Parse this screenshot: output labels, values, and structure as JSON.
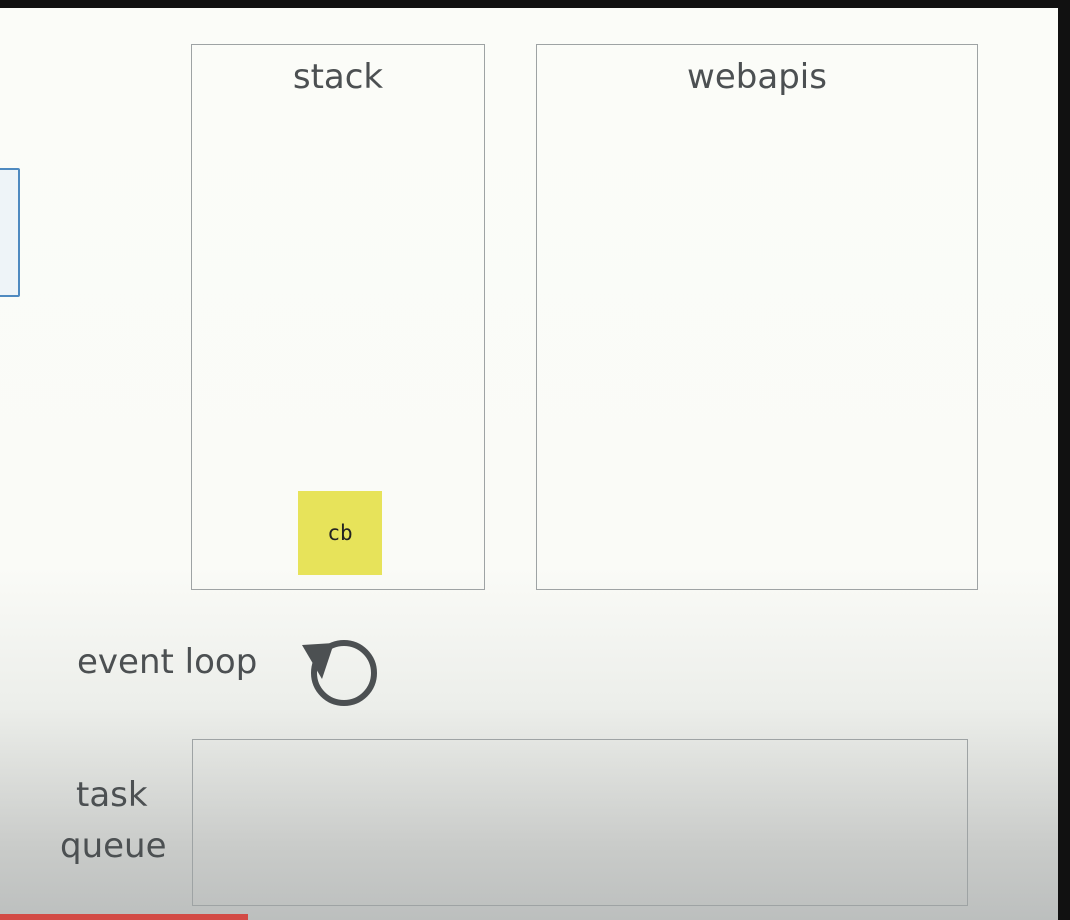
{
  "stack": {
    "title": "stack",
    "frames": [
      "cb"
    ]
  },
  "webapis": {
    "title": "webapis"
  },
  "event_loop": {
    "label": "event loop",
    "icon": "loop-arrow-icon"
  },
  "task_queue": {
    "label_line1": "task",
    "label_line2": "queue"
  },
  "colors": {
    "frame_fill": "#e7e35a",
    "panel_border": "#9ea3a4",
    "text": "#4c5052",
    "left_box_border": "#4f8ac0",
    "progress_red": "#d34a45"
  }
}
